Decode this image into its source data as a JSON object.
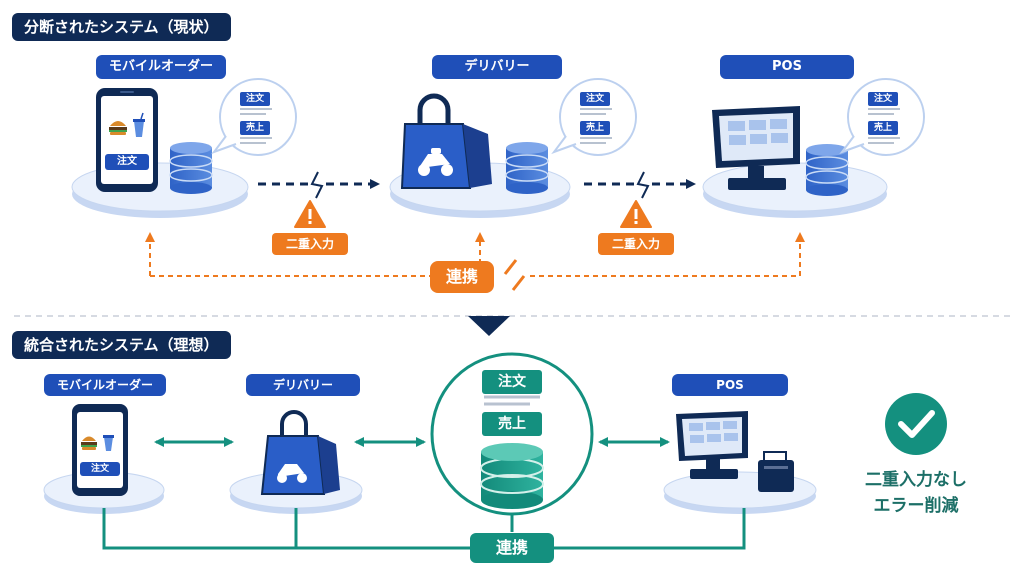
{
  "top": {
    "title": "分断されたシステム（現状）",
    "nodes": [
      {
        "label": "モバイルオーダー",
        "icon": "smartphone-icon",
        "order_button": "注文"
      },
      {
        "label": "デリバリー",
        "icon": "delivery-bag-icon"
      },
      {
        "label": "POS",
        "icon": "pos-terminal-icon"
      }
    ],
    "bubble_tags": {
      "order": "注文",
      "sales": "売上"
    },
    "warning": "二重入力",
    "link_label": "連携"
  },
  "bottom": {
    "title": "統合されたシステム（理想）",
    "nodes": [
      {
        "label": "モバイルオーダー",
        "icon": "smartphone-icon",
        "order_button": "注文"
      },
      {
        "label": "デリバリー",
        "icon": "delivery-bag-icon"
      },
      {
        "label": "POS",
        "icon": "pos-terminal-icon"
      }
    ],
    "hub": {
      "order": "注文",
      "sales": "売上"
    },
    "link_label": "連携",
    "result_line1": "二重入力なし",
    "result_line2": "エラー削減"
  },
  "colors": {
    "navy": "#0f2a55",
    "blue": "#1f4fb8",
    "orange": "#ee7a1f",
    "teal": "#14907f",
    "platform": "#e6eefb"
  }
}
